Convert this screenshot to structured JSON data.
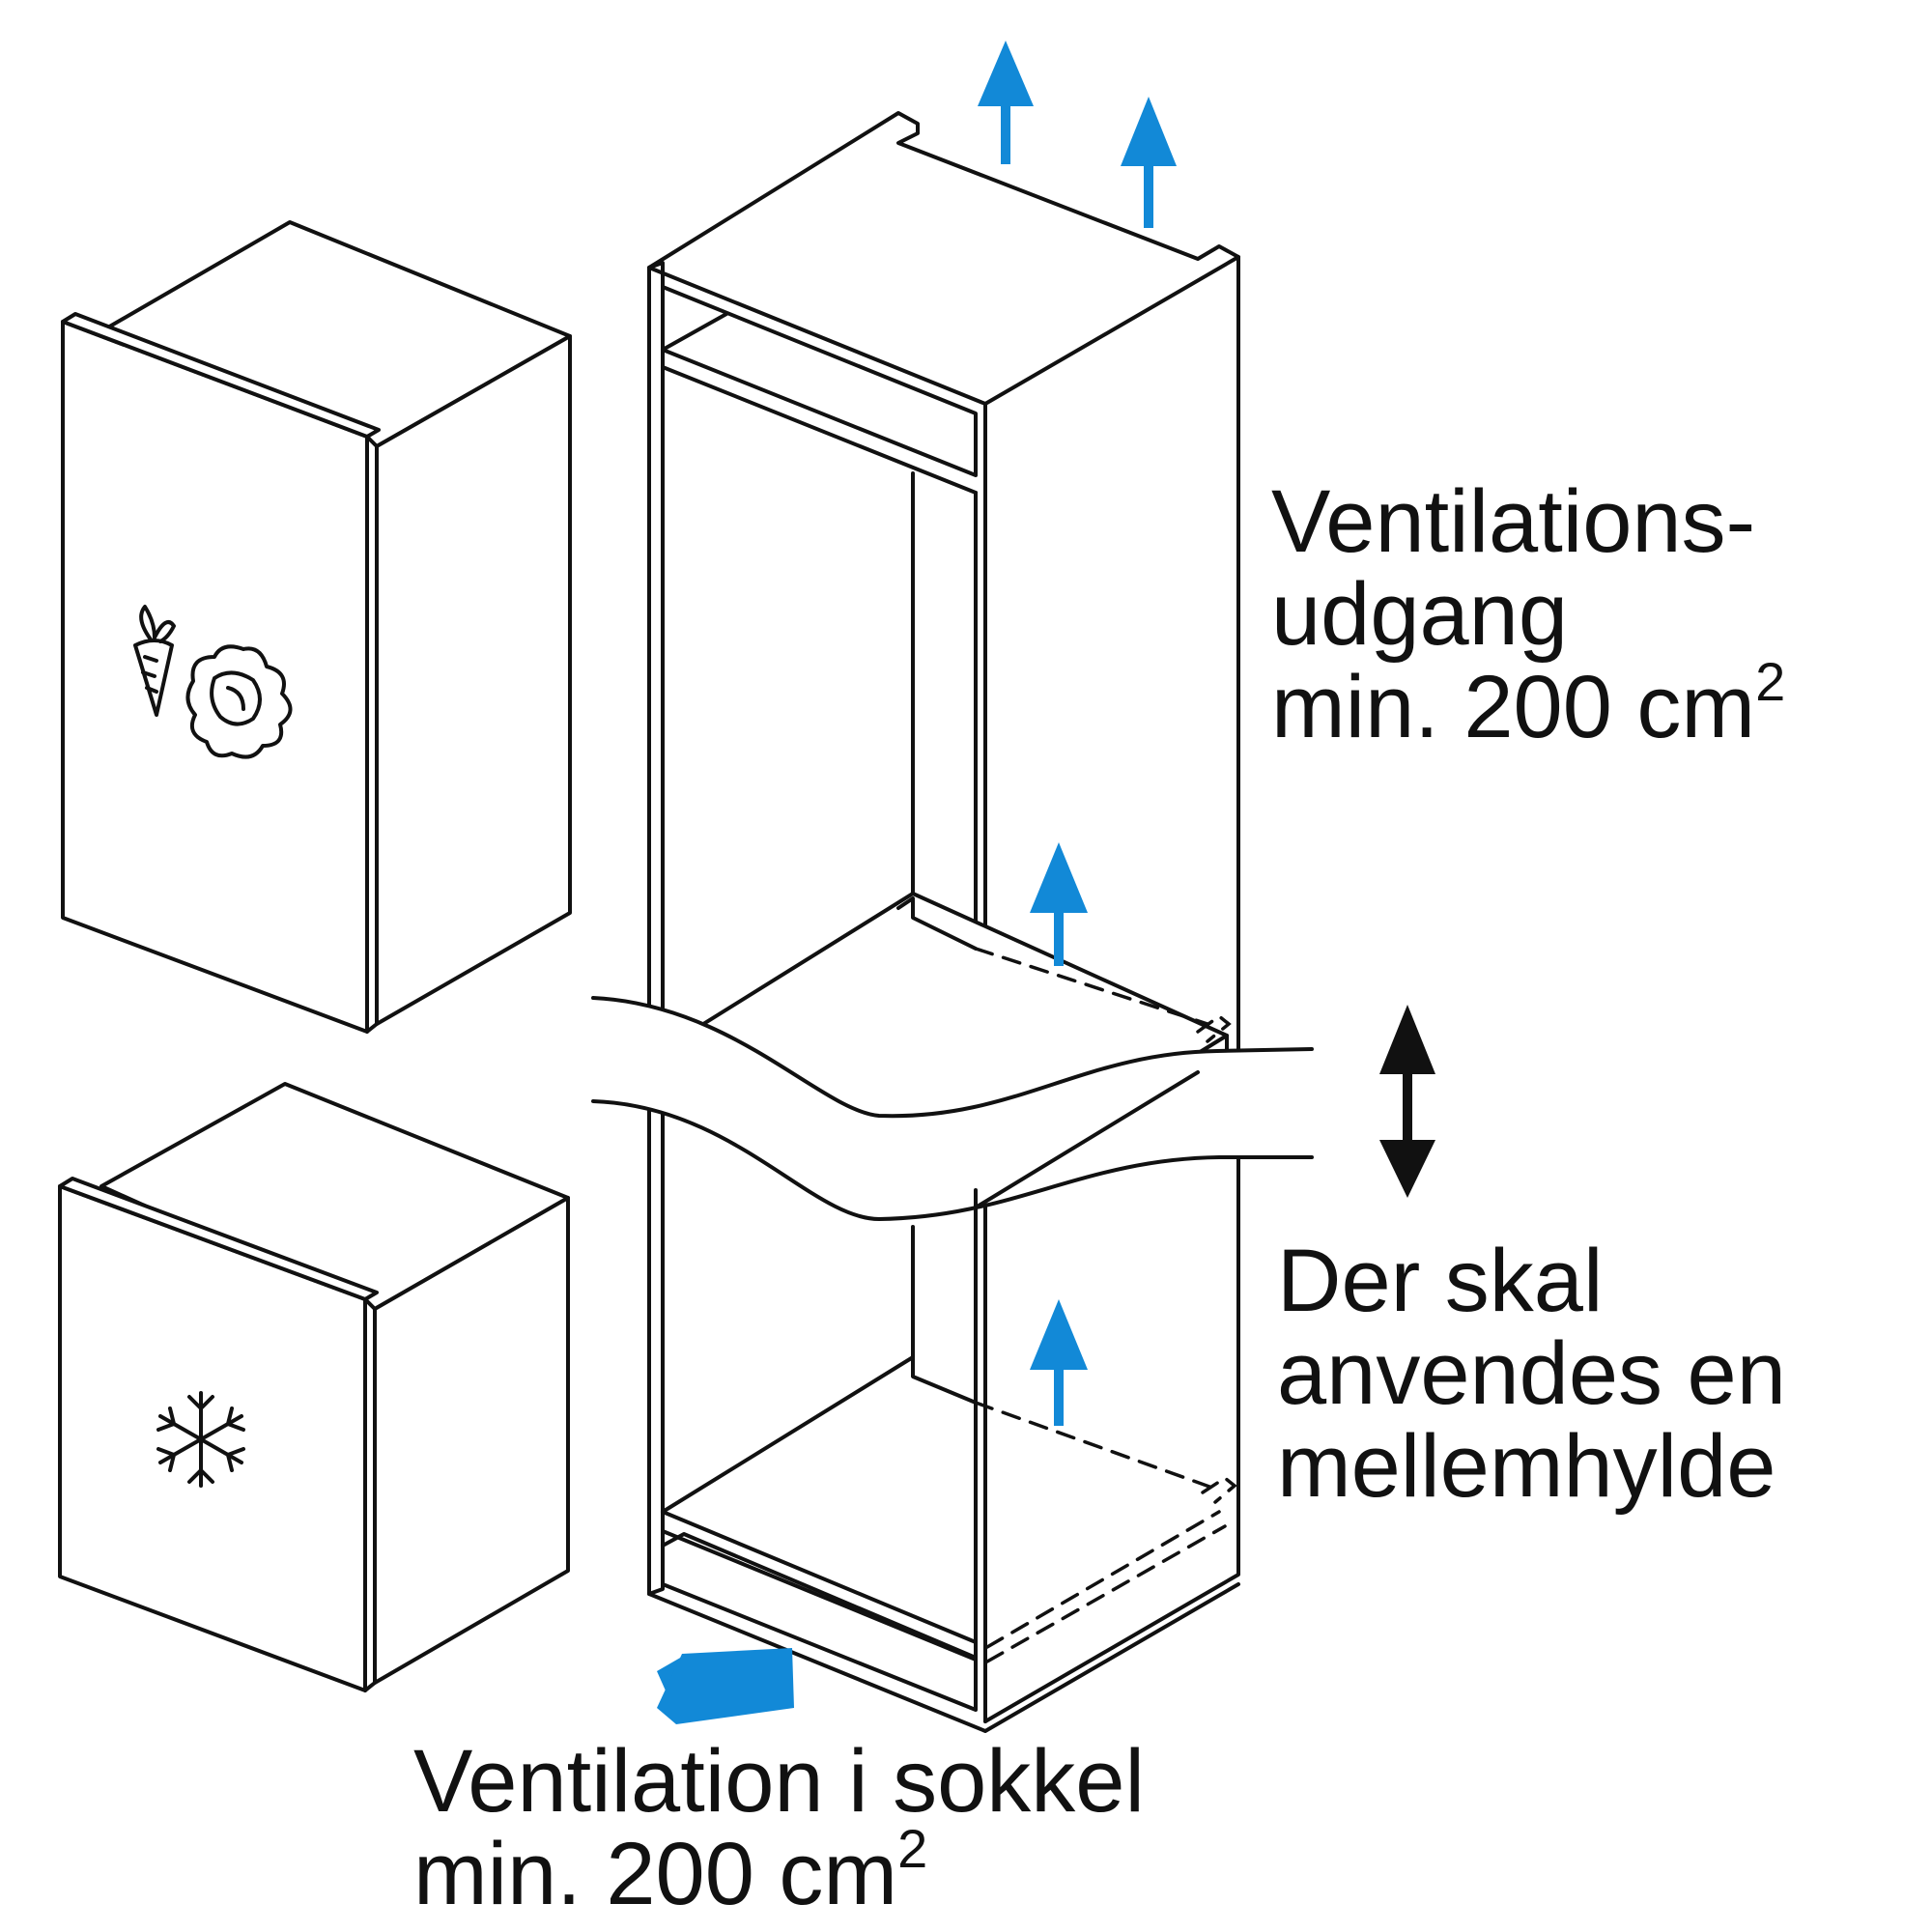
{
  "colors": {
    "stroke": "#111111",
    "airflow_arrow": "#1289D7",
    "background": "#ffffff"
  },
  "icons": {
    "fridge_door": "carrot-and-lettuce-icon",
    "freezer_door": "snowflake-icon",
    "shelf_adjust": "double-headed-vertical-arrow"
  },
  "labels": {
    "outlet": {
      "line1": "Ventilations-",
      "line2": "udgang",
      "line3_prefix": "min. 200 cm",
      "line3_sup": "2"
    },
    "shelf": {
      "line1": "Der skal",
      "line2": "anvendes en",
      "line3": "mellemhylde"
    },
    "plinth": {
      "line1": "Ventilation i sokkel",
      "line2_prefix": "min. 200 cm",
      "line2_sup": "2"
    }
  }
}
